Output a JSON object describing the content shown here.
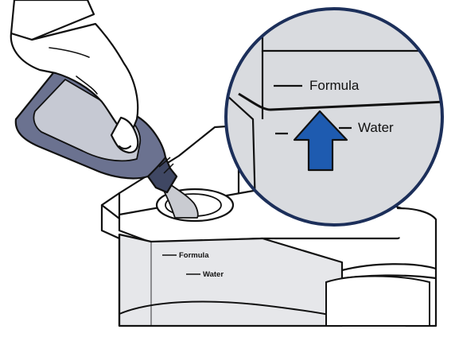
{
  "illustration": {
    "tank_labels": {
      "formula": "Formula",
      "water": "Water"
    },
    "zoom_labels": {
      "formula": "Formula",
      "water": "Water"
    },
    "colors": {
      "bottle_fill": "#6b7290",
      "bottle_dark": "#3f4763",
      "liquid": "#c9cbd1",
      "tank_fill": "#e6e7ea",
      "zoom_fill": "#d9dbdf",
      "arrow": "#1e5bb0",
      "zoom_ring": "#1c2f5a",
      "outline": "#111111"
    },
    "icons": {
      "fill_arrow": "arrow-up-icon",
      "bottle": "bottle-icon",
      "hand": "hand-icon"
    }
  }
}
